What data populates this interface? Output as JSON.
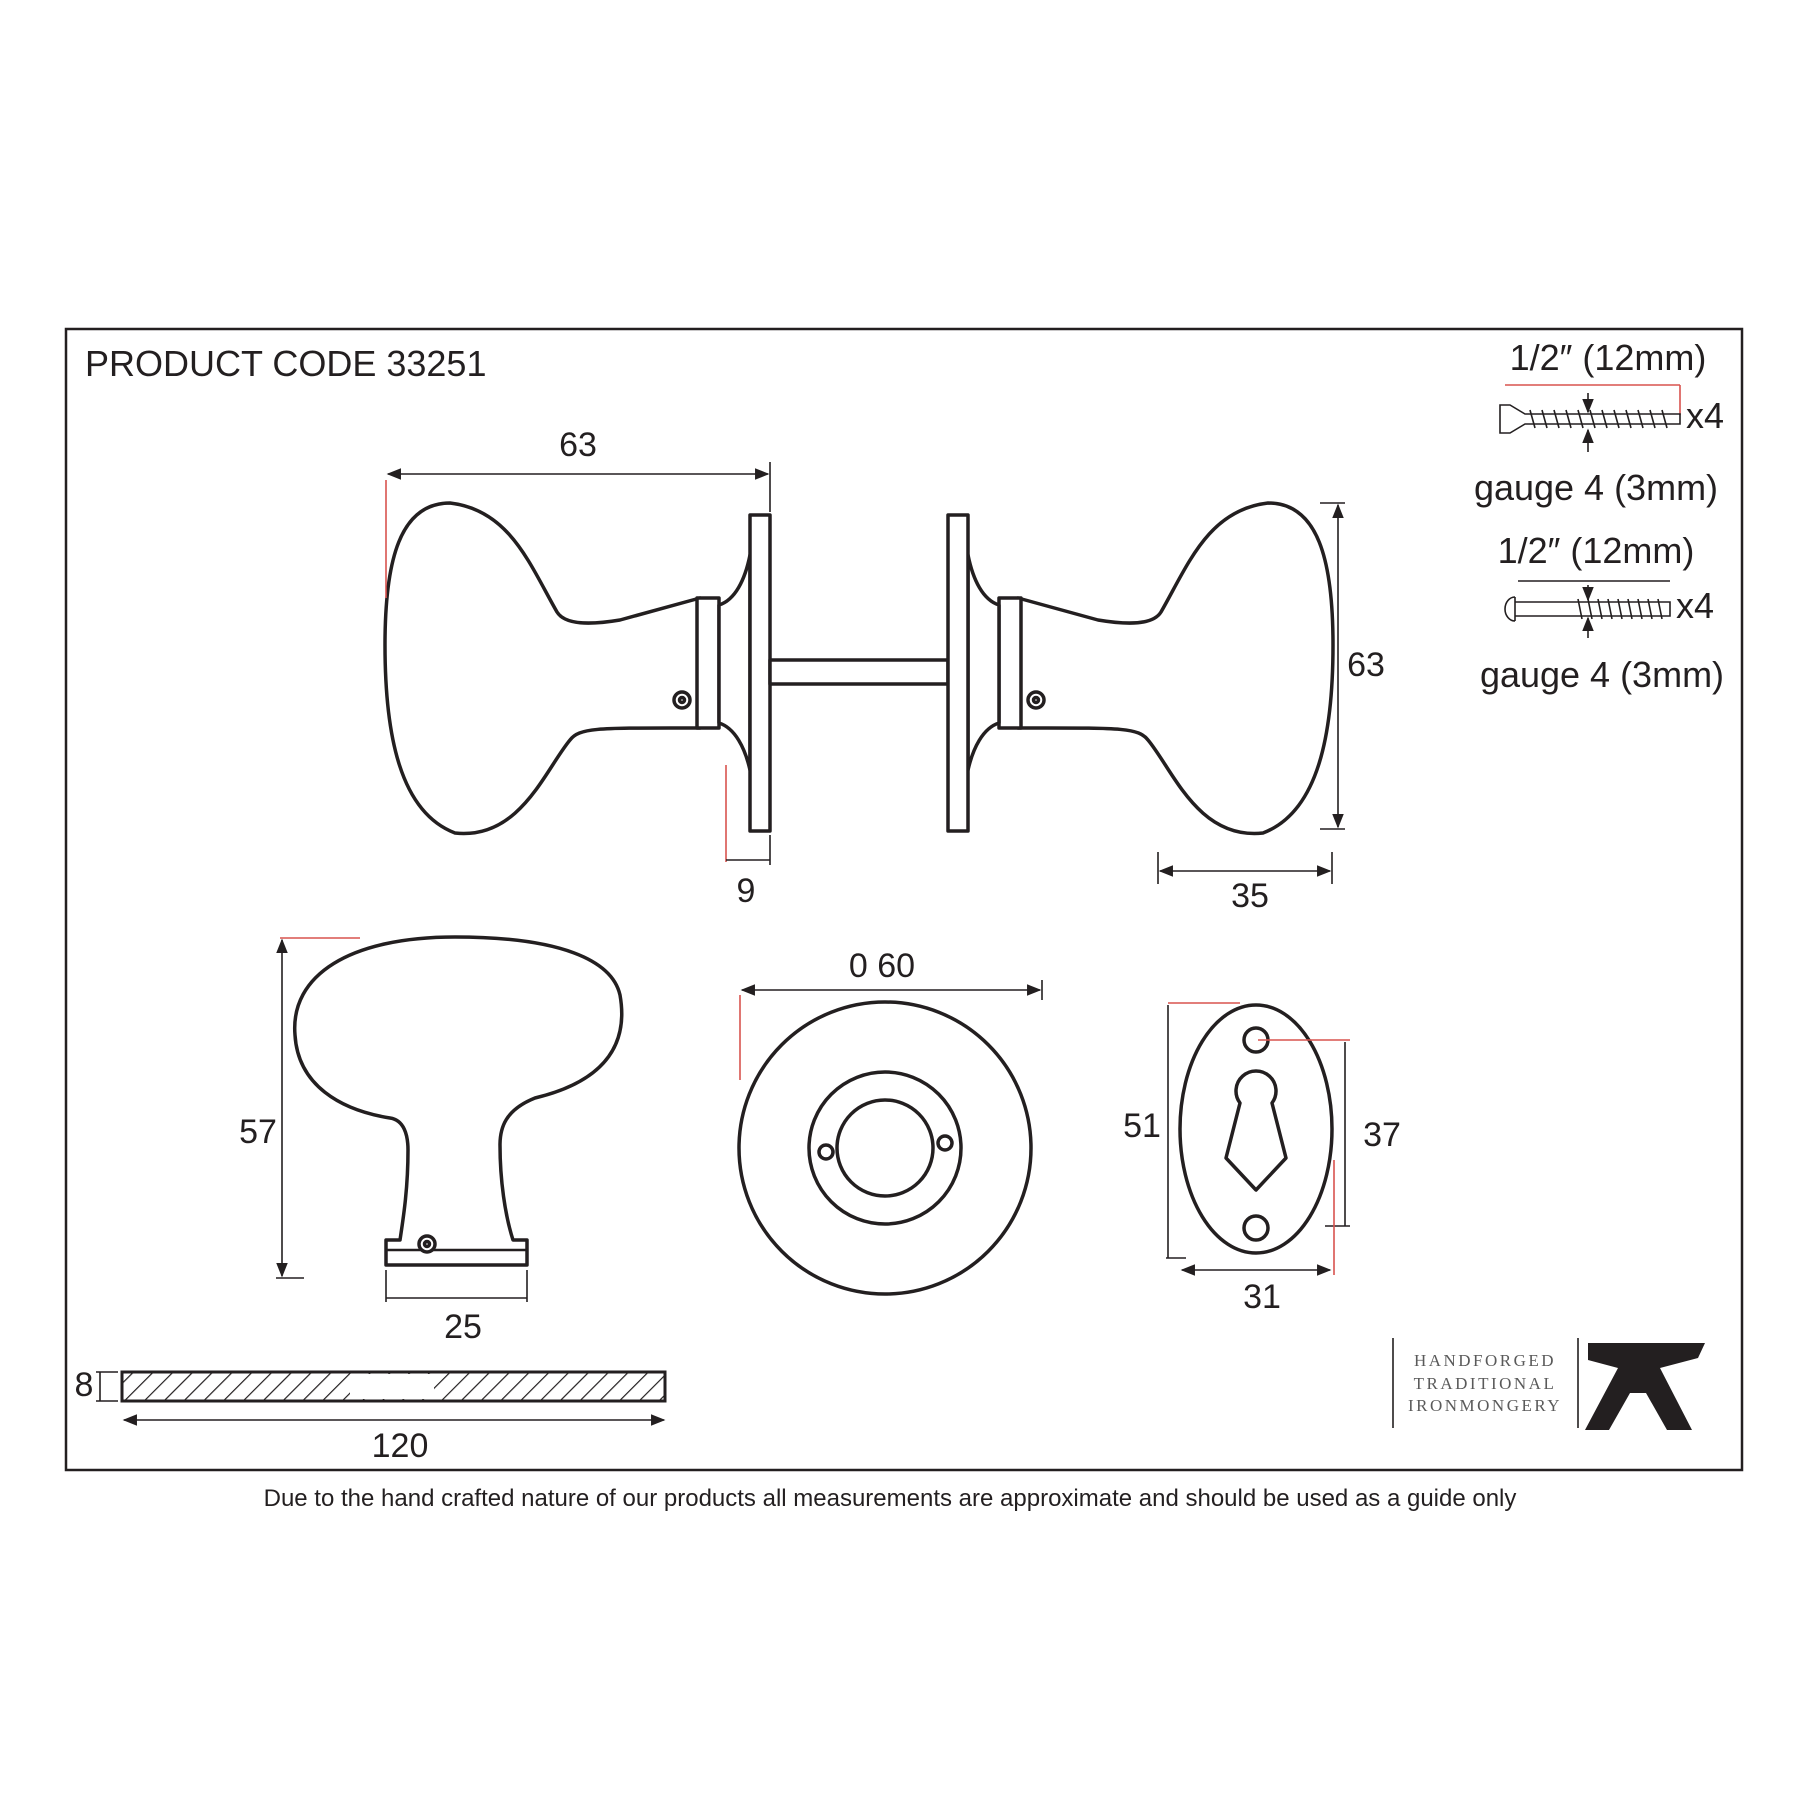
{
  "header": {
    "product_code": "PRODUCT CODE 33251"
  },
  "screws": [
    {
      "length": "1/2″ (12mm)",
      "quantity": "x4",
      "gauge": "gauge 4 (3mm)",
      "head": "countersunk"
    },
    {
      "length": "1/2″ (12mm)",
      "quantity": "x4",
      "gauge": "gauge 4 (3mm)",
      "head": "round"
    }
  ],
  "dimensions": {
    "knob_pair_length": "63",
    "knob_height": "63",
    "rose_thickness": "9",
    "knob_depth": "35",
    "single_knob_height": "57",
    "knob_neck_width": "25",
    "rose_diameter": "0 60",
    "escutcheon_height": "51",
    "escutcheon_hole_spacing": "37",
    "escutcheon_width": "31",
    "spindle_thickness": "8",
    "spindle_length": "120"
  },
  "brand": {
    "line1": "HANDFORGED",
    "line2": "TRADITIONAL",
    "line3": "IRONMONGERY",
    "logo": "anvil-logo"
  },
  "footer": {
    "disclaimer": "Due to the hand crafted nature of our products all measurements are approximate and should be used as a guide only"
  }
}
